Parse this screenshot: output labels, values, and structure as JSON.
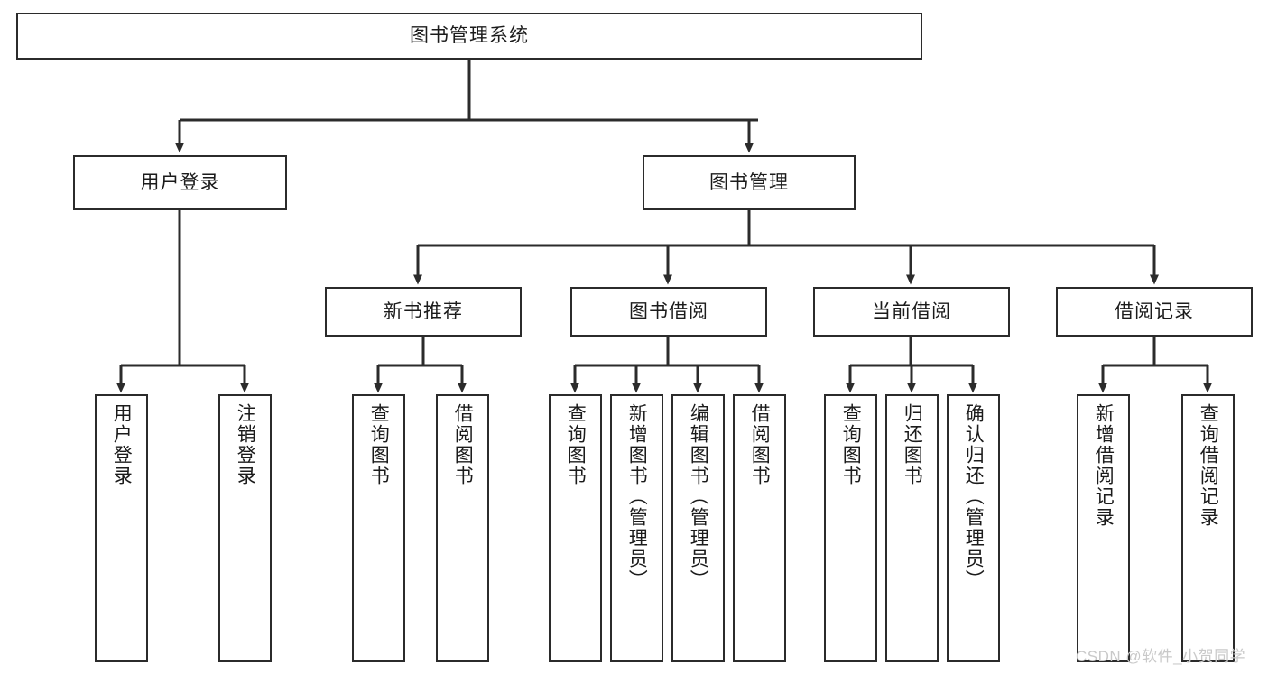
{
  "diagram": {
    "type": "tree",
    "title": "图书管理系统",
    "orientation": "top-down",
    "colors": {
      "box_border": "#2b2b2b",
      "box_fill": "#ffffff",
      "connector": "#2b2b2b",
      "text": "#1b1b1b",
      "watermark": "#c9c9c9"
    },
    "nodes": {
      "root": {
        "label": "图书管理系统"
      },
      "level2": [
        {
          "label": "用户登录"
        },
        {
          "label": "图书管理"
        }
      ],
      "level3": [
        {
          "label": "新书推荐"
        },
        {
          "label": "图书借阅"
        },
        {
          "label": "当前借阅"
        },
        {
          "label": "借阅记录"
        }
      ],
      "leaves": {
        "user_login": [
          {
            "label": "用户登录"
          },
          {
            "label": "注销登录"
          }
        ],
        "new_book_recommend": [
          {
            "label": "查询图书"
          },
          {
            "label": "借阅图书"
          }
        ],
        "book_borrow": [
          {
            "label": "查询图书"
          },
          {
            "label": "新增图书（管理员）"
          },
          {
            "label": "编辑图书（管理员）"
          },
          {
            "label": "借阅图书"
          }
        ],
        "current_borrow": [
          {
            "label": "查询图书"
          },
          {
            "label": "归还图书"
          },
          {
            "label": "确认归还（管理员）"
          }
        ],
        "borrow_record": [
          {
            "label": "新增借阅记录"
          },
          {
            "label": "查询借阅记录"
          }
        ]
      }
    }
  },
  "watermark": {
    "text": "CSDN @软件_小贺同学"
  }
}
